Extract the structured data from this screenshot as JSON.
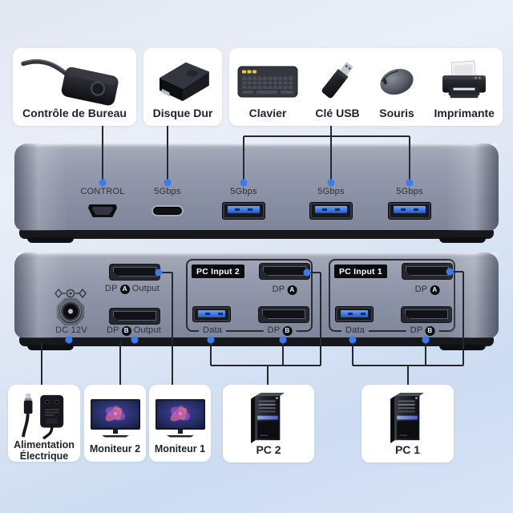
{
  "top_row": {
    "controller_card": {
      "label": "Contrôle de Bureau"
    },
    "drive_card": {
      "label": "Disque Dur"
    },
    "peripherals_card": {
      "keyboard_label": "Clavier",
      "usb_key_label": "Clé USB",
      "mouse_label": "Souris",
      "printer_label": "Imprimante"
    }
  },
  "front_panel": {
    "control_port_label": "CONTROL",
    "usb_c_port_label": "5Gbps",
    "usb_a_port1_label": "5Gbps",
    "usb_a_port2_label": "5Gbps",
    "usb_a_port3_label": "5Gbps"
  },
  "rear_panel": {
    "dc_port_label": "DC 12V",
    "dp_output_a": {
      "prefix": "DP",
      "letter": "A",
      "suffix": "Output"
    },
    "dp_output_b": {
      "prefix": "DP",
      "letter": "B",
      "suffix": "Output"
    },
    "pc_input_2": {
      "badge": "PC Input 2",
      "dp_a": {
        "prefix": "DP",
        "letter": "A"
      },
      "data_label": "Data",
      "dp_b": {
        "prefix": "DP",
        "letter": "B"
      }
    },
    "pc_input_1": {
      "badge": "PC Input 1",
      "dp_a": {
        "prefix": "DP",
        "letter": "A"
      },
      "data_label": "Data",
      "dp_b": {
        "prefix": "DP",
        "letter": "B"
      }
    }
  },
  "bottom_row": {
    "power_card": {
      "label_line1": "Alimentation",
      "label_line2": "Électrique"
    },
    "monitor2_card": {
      "label": "Moniteur 2"
    },
    "monitor1_card": {
      "label": "Moniteur 1"
    },
    "pc2_card": {
      "label": "PC 2"
    },
    "pc1_card": {
      "label": "PC 1"
    }
  },
  "colors": {
    "background_top": "#e3e8f3",
    "background_bottom": "#cbdaf2",
    "card_bg": "#ffffff",
    "device_body": "#959bad",
    "device_base": "#17181c",
    "connector_line": "#26282e",
    "dot_blue": "#3b7bf2",
    "usb_blue": "#2e6fe0",
    "label_dark": "#2c2f37"
  },
  "icons": {
    "controller": "remote-control-icon",
    "hard_drive": "hard-drive-icon",
    "keyboard": "keyboard-icon",
    "usb_key": "usb-stick-icon",
    "mouse": "mouse-icon",
    "printer": "printer-icon",
    "power_adapter": "power-adapter-icon",
    "monitor": "monitor-icon",
    "pc_tower": "pc-tower-icon"
  }
}
